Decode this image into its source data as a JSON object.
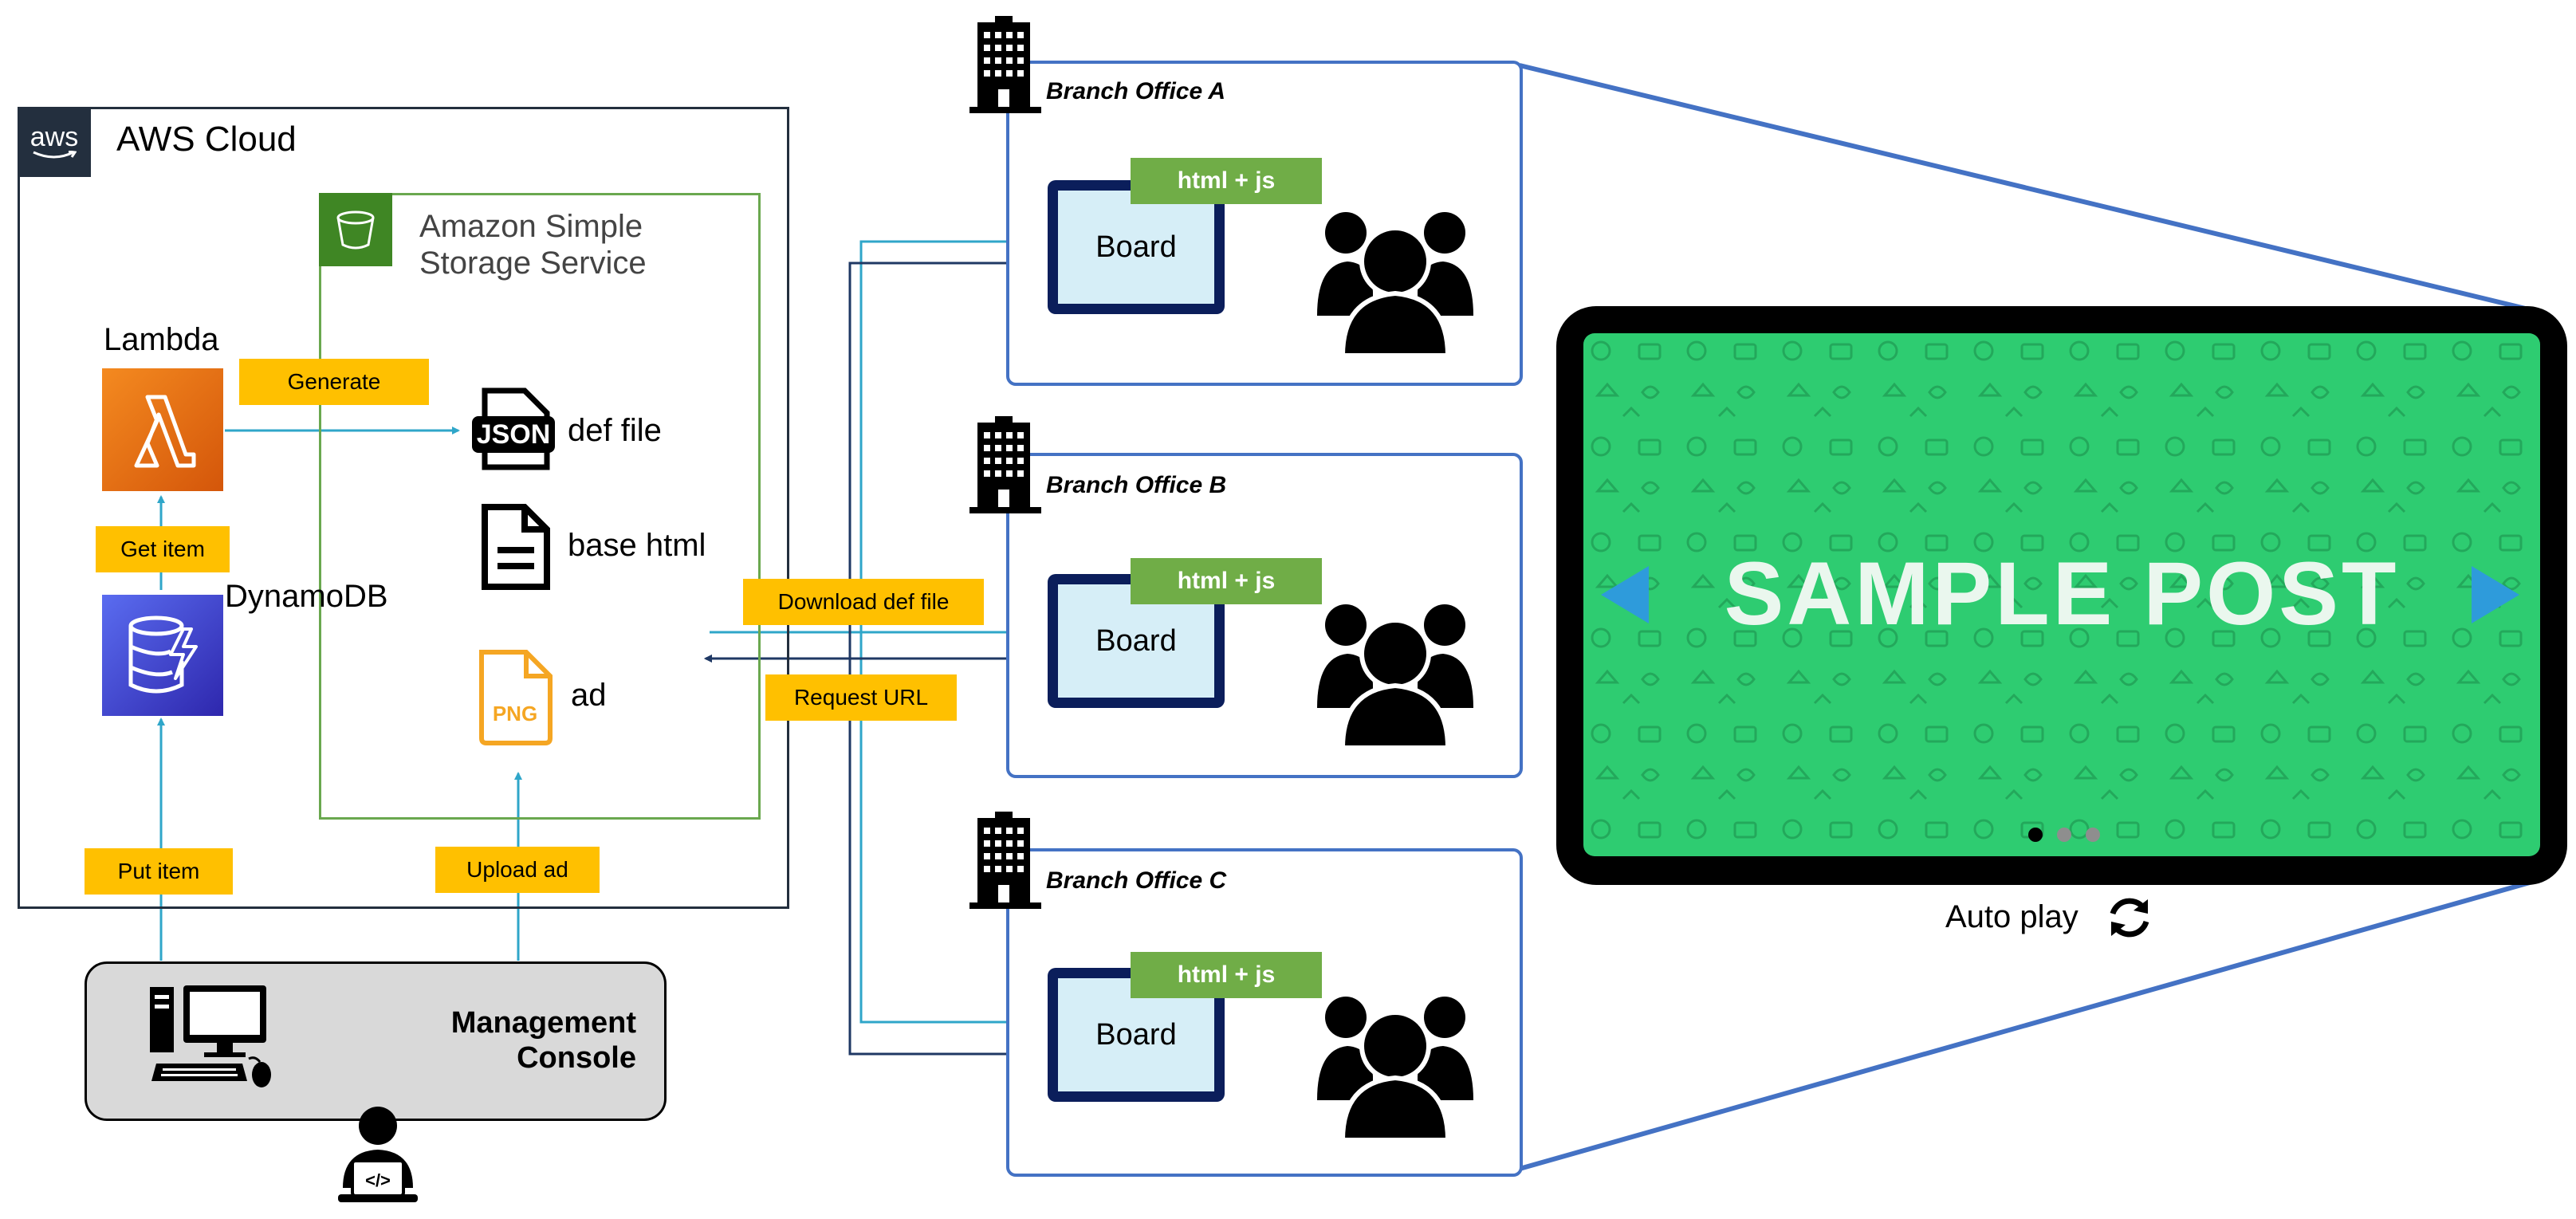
{
  "aws": {
    "logo_text": "aws",
    "title": "AWS Cloud"
  },
  "s3": {
    "title_line1": "Amazon Simple",
    "title_line2": "Storage Service",
    "def_file": "def file",
    "base_html": "base html",
    "ad": "ad",
    "json_icon_text": "JSON",
    "png_icon_text": "PNG"
  },
  "lambda": {
    "label": "Lambda"
  },
  "dynamodb": {
    "label": "DynamoDB"
  },
  "labels": {
    "generate": "Generate",
    "get_item": "Get item",
    "put_item": "Put item",
    "upload_ad": "Upload ad",
    "download_def_file": "Download def file",
    "request_url": "Request URL"
  },
  "console": {
    "line1": "Management",
    "line2": "Console"
  },
  "offices": [
    {
      "title": "Branch Office A",
      "board": "Board",
      "tag": "html + js"
    },
    {
      "title": "Branch Office B",
      "board": "Board",
      "tag": "html + js"
    },
    {
      "title": "Branch Office C",
      "board": "Board",
      "tag": "html + js"
    }
  ],
  "display": {
    "post_text": "SAMPLE POST",
    "autoplay": "Auto play"
  },
  "colors": {
    "aws_dark": "#232F3E",
    "s3_green": "#3F8624",
    "lambda_orange": "#E7740F",
    "dynamo_blue": "#3B48CC",
    "label_yellow": "#FFC000",
    "tag_green": "#70AD47",
    "board_navy": "#0B1E5B",
    "office_blue": "#4472C4",
    "arrow_cyan": "#2FA6C9",
    "arrow_navy": "#1F3864",
    "screen_green": "#2ECC71",
    "png_orange": "#F5A623"
  }
}
